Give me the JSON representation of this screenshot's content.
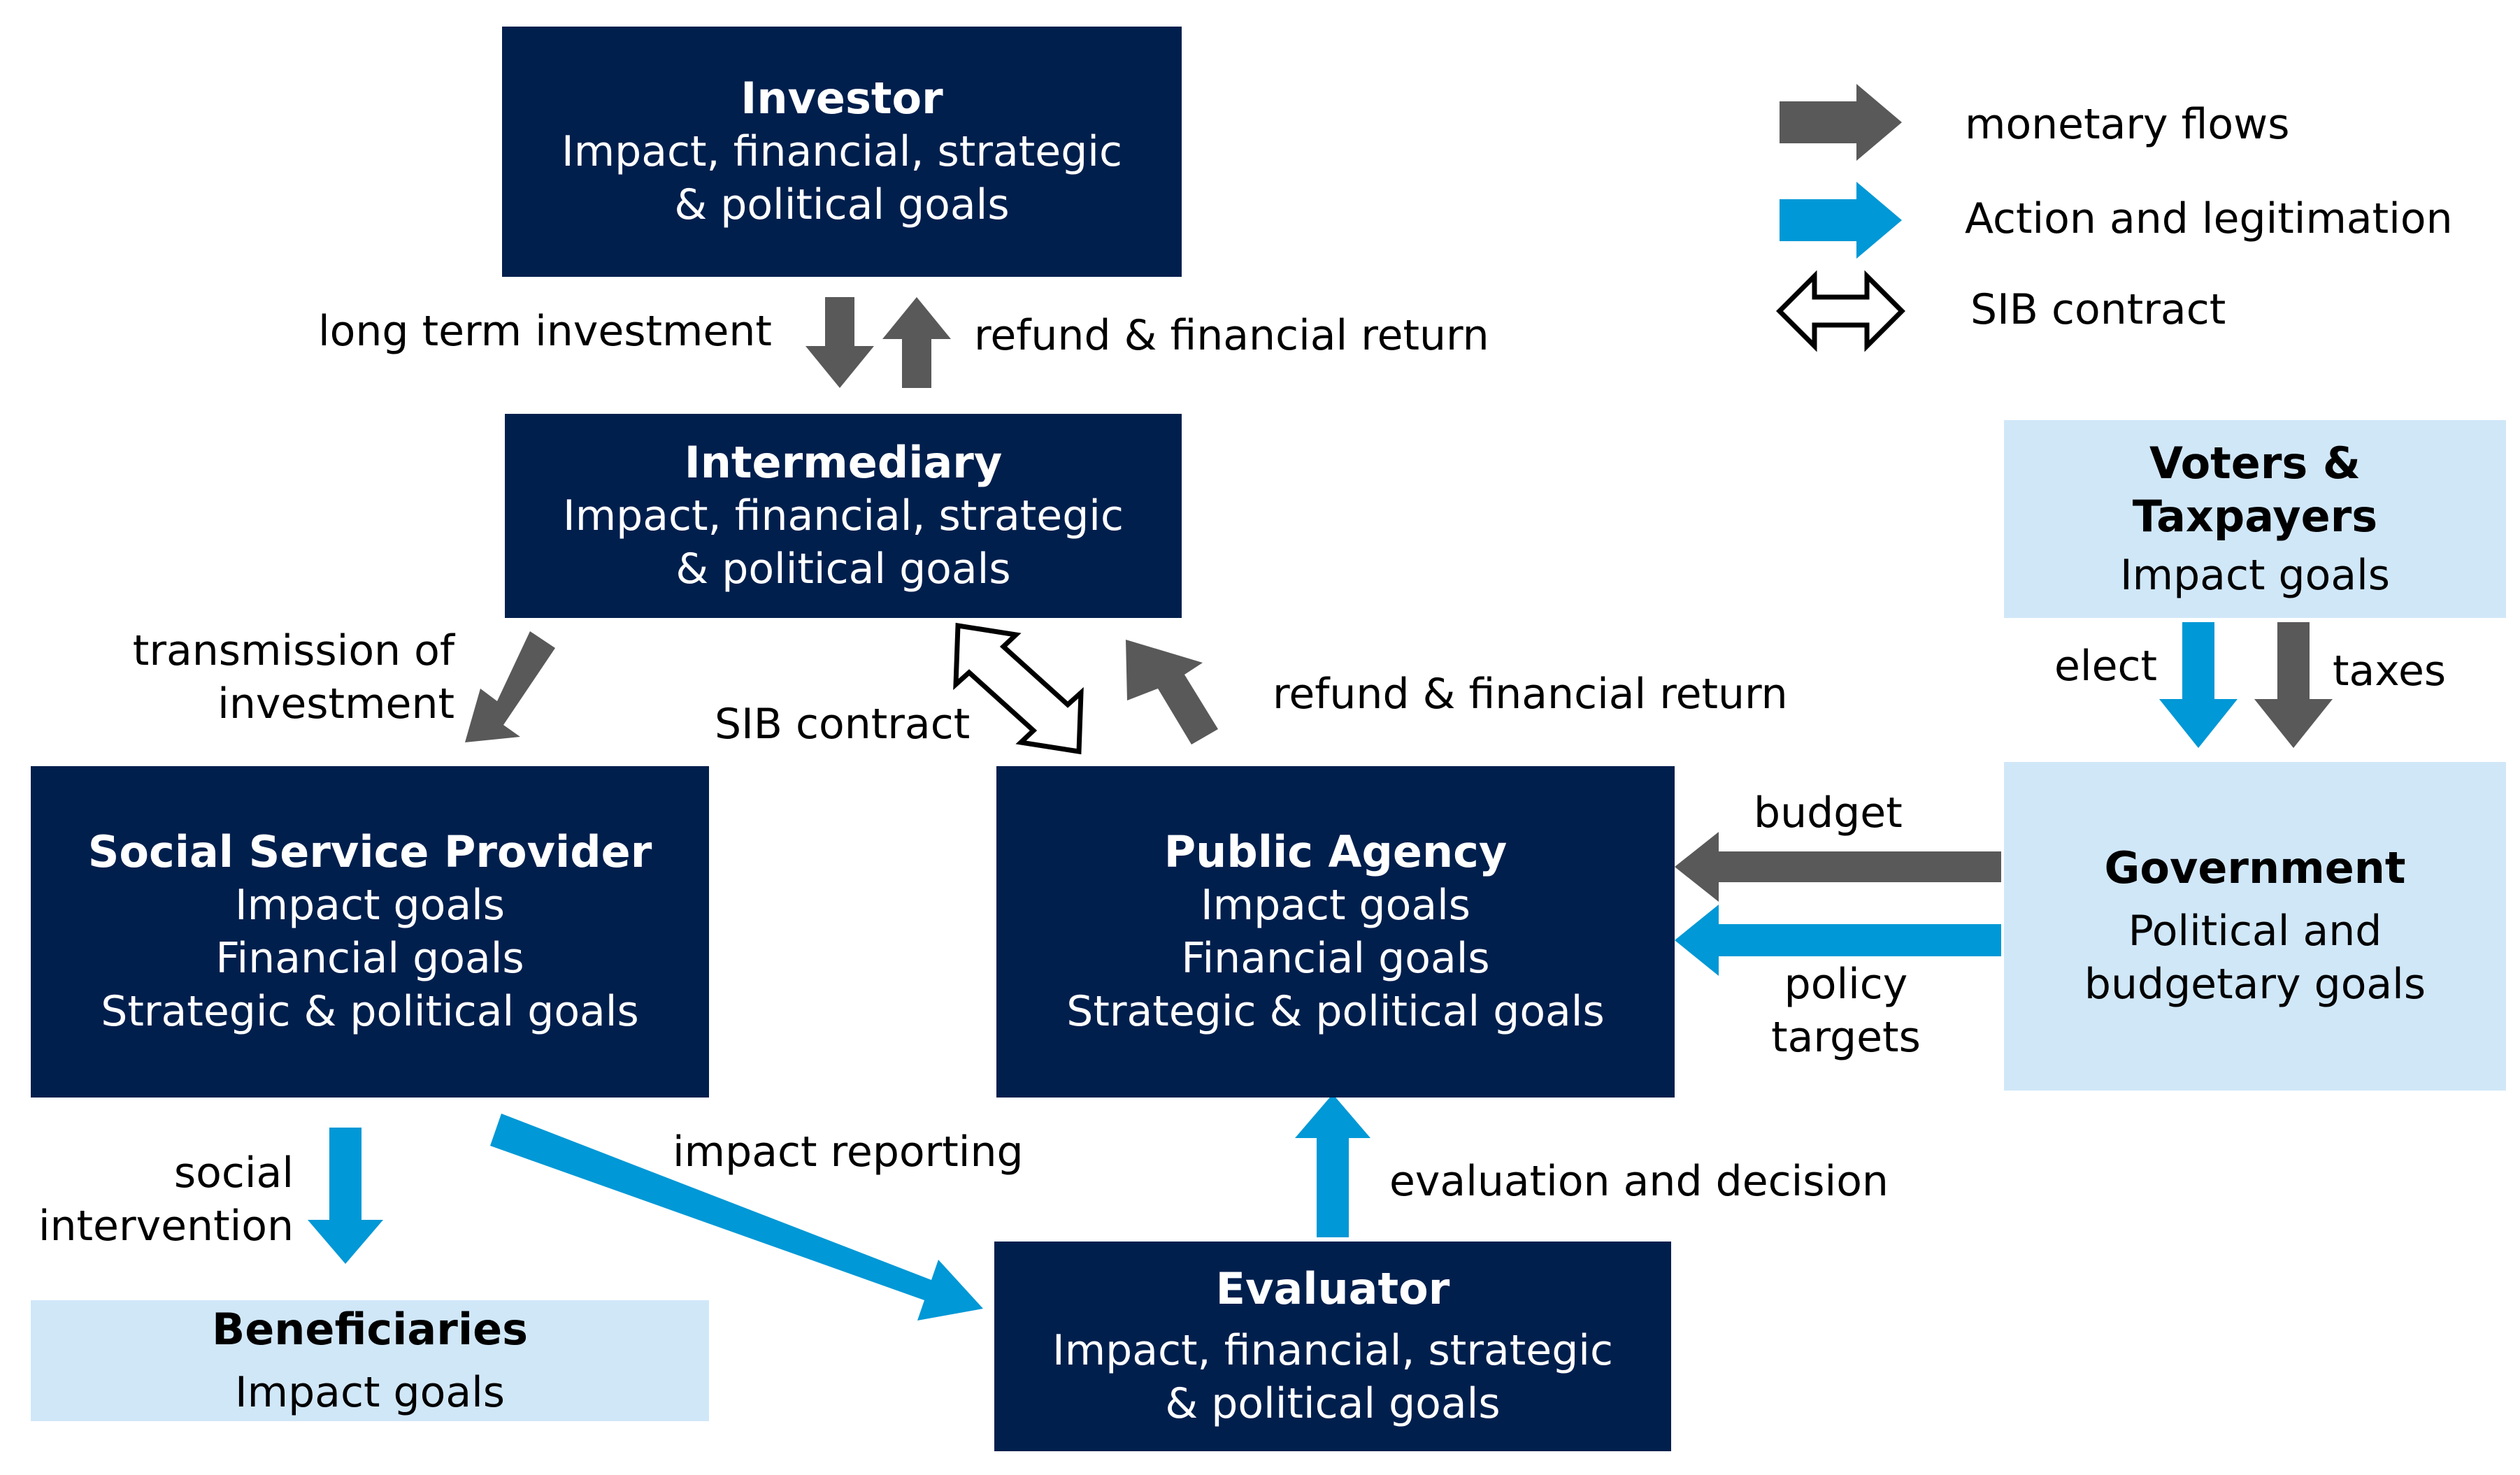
{
  "colors": {
    "node_dark": "#001f4d",
    "node_light": "#d0e7f8",
    "monetary": "#595959",
    "action": "#0098d6"
  },
  "legend": {
    "monetary": {
      "icon": "gray-arrow-icon",
      "label": "monetary flows"
    },
    "action": {
      "icon": "blue-arrow-icon",
      "label": "Action and legitimation"
    },
    "contract": {
      "icon": "double-arrow-icon",
      "label": "SIB contract"
    }
  },
  "nodes": {
    "investor": {
      "title": "Investor",
      "lines": [
        "Impact, financial, strategic",
        "& political goals"
      ]
    },
    "intermediary": {
      "title": "Intermediary",
      "lines": [
        "Impact, financial, strategic",
        "& political goals"
      ]
    },
    "voters": {
      "title_lines": [
        "Voters &",
        "Taxpayers"
      ],
      "lines": [
        "Impact goals"
      ]
    },
    "provider": {
      "title": "Social Service Provider",
      "lines": [
        "Impact goals",
        "Financial goals",
        "Strategic & political goals"
      ]
    },
    "agency": {
      "title": "Public Agency",
      "lines": [
        "Impact goals",
        "Financial goals",
        "Strategic & political goals"
      ]
    },
    "government": {
      "title": "Government",
      "lines": [
        "Political and",
        "budgetary goals"
      ]
    },
    "beneficiaries": {
      "title": "Beneficiaries",
      "lines": [
        "Impact goals"
      ]
    },
    "evaluator": {
      "title": "Evaluator",
      "lines": [
        "Impact, financial, strategic",
        "& political goals"
      ]
    }
  },
  "flows": {
    "long_term_investment": "long term investment",
    "refund_top": "refund & financial return",
    "transmission": [
      "transmission of",
      "investment"
    ],
    "sib_contract": "SIB contract",
    "refund_mid": "refund & financial return",
    "elect": "elect",
    "taxes": "taxes",
    "budget": "budget",
    "policy_targets": [
      "policy",
      "targets"
    ],
    "social_intervention": [
      "social",
      "intervention"
    ],
    "impact_reporting": "impact reporting",
    "evaluation": "evaluation and decision"
  }
}
